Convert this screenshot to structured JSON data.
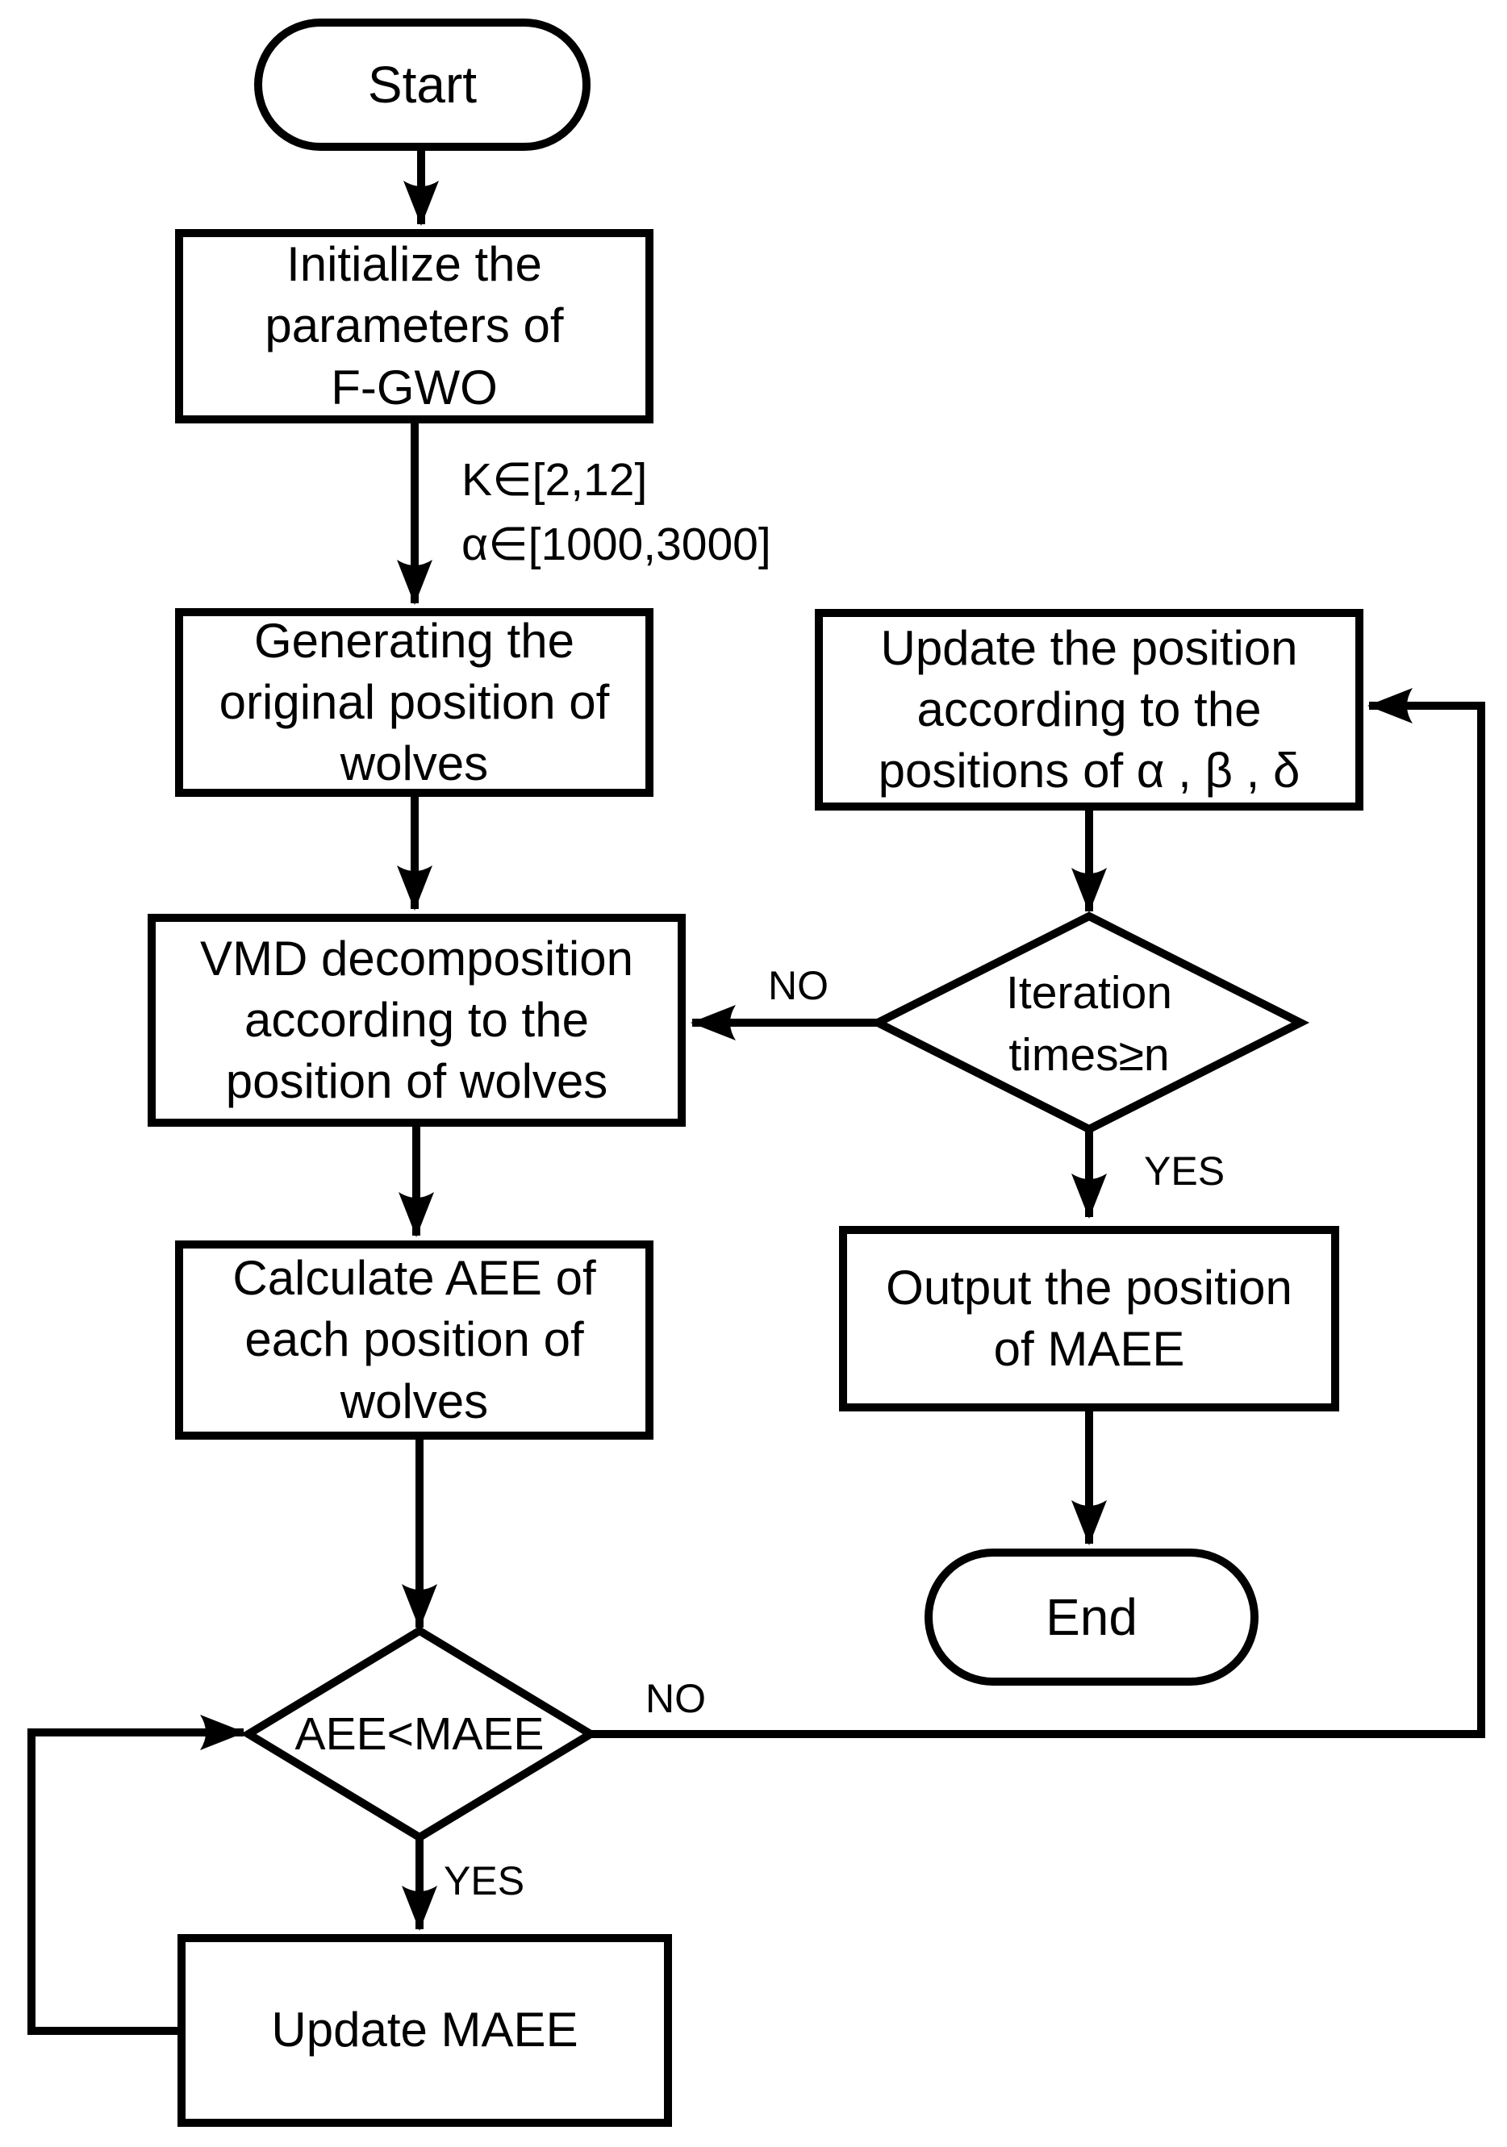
{
  "flowchart": {
    "nodes": {
      "start": "Start",
      "initialize": "Initialize the\nparameters of\nF-GWO",
      "generating": "Generating the\noriginal position of\nwolves",
      "vmd": "VMD decomposition\naccording to the\nposition of wolves",
      "calculate": "Calculate AEE of\neach position of\nwolves",
      "aee_decision": "AEE<MAEE",
      "update_maee": "Update MAEE",
      "update_position": "Update the position\naccording to the\npositions of  α , β , δ",
      "iteration_decision": "Iteration\ntimes≥n",
      "output": "Output the position\nof MAEE",
      "end": "End"
    },
    "edge_labels": {
      "param_line1": "K∈[2,12]",
      "param_line2": "α∈[1000,3000]",
      "aee_no": "NO",
      "aee_yes": "YES",
      "iteration_no": "NO",
      "iteration_yes": "YES"
    },
    "colors": {
      "line": "#000000",
      "background": "#ffffff"
    }
  }
}
